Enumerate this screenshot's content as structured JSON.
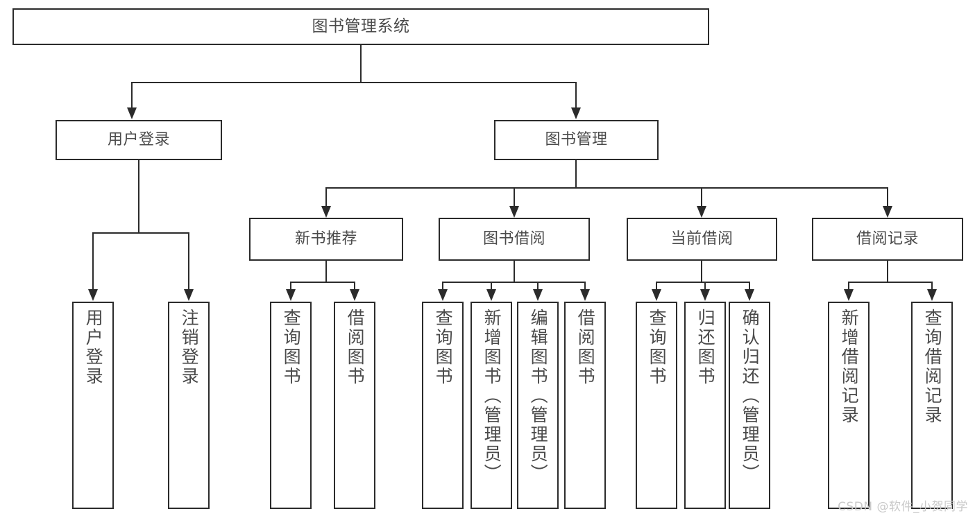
{
  "diagram": {
    "type": "tree-hierarchy-functional-decomposition",
    "root": {
      "label": "图书管理系统"
    },
    "level2": [
      {
        "label": "用户登录"
      },
      {
        "label": "图书管理"
      }
    ],
    "level3": [
      {
        "label": "新书推荐"
      },
      {
        "label": "图书借阅"
      },
      {
        "label": "当前借阅"
      },
      {
        "label": "借阅记录"
      }
    ],
    "leaves": {
      "user_login": [
        {
          "label": "用户登录"
        },
        {
          "label": "注销登录"
        }
      ],
      "new_book_rec": [
        {
          "label": "查询图书"
        },
        {
          "label": "借阅图书"
        }
      ],
      "book_borrow": [
        {
          "label": "查询图书"
        },
        {
          "label": "新增图书（管理员）"
        },
        {
          "label": "编辑图书（管理员）"
        },
        {
          "label": "借阅图书"
        }
      ],
      "current_loan": [
        {
          "label": "查询图书"
        },
        {
          "label": "归还图书"
        },
        {
          "label": "确认归还（管理员）"
        }
      ],
      "loan_record": [
        {
          "label": "新增借阅记录"
        },
        {
          "label": "查询借阅记录"
        }
      ]
    }
  },
  "watermark": {
    "text": "CSDN @软件_小贺同学"
  },
  "colors": {
    "stroke": "#2b2b2b",
    "background": "#ffffff",
    "text": "#4a4a4a",
    "watermark": "#c9c9c9"
  }
}
